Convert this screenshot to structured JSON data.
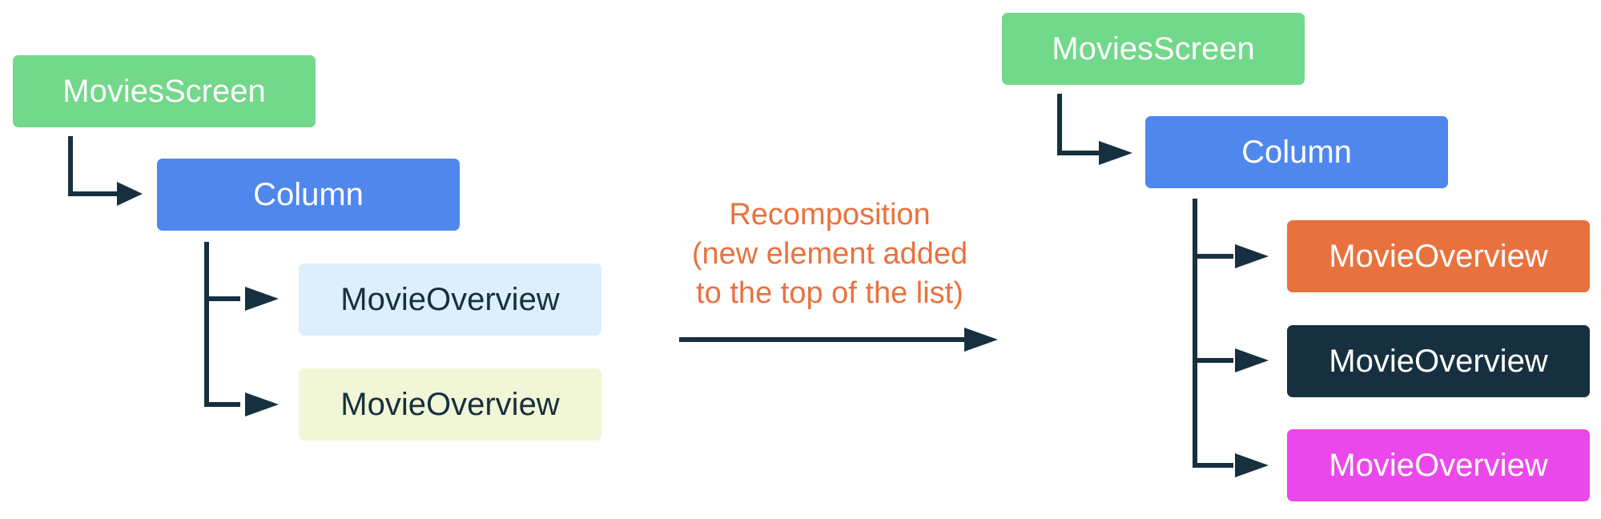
{
  "colors": {
    "line": "#17303f",
    "caption": "#e8723e"
  },
  "before": {
    "root": {
      "label": "MoviesScreen",
      "bg": "#72d88a",
      "fg": "#ffffff"
    },
    "column": {
      "label": "Column",
      "bg": "#5087ed",
      "fg": "#ffffff"
    },
    "children": [
      {
        "label": "MovieOverview",
        "bg": "#ddeefc",
        "fg": "#17303f"
      },
      {
        "label": "MovieOverview",
        "bg": "#f1f7d6",
        "fg": "#17303f"
      }
    ]
  },
  "transition": {
    "line1": "Recomposition",
    "line2": "(new element added",
    "line3": "to the top of the list)"
  },
  "after": {
    "root": {
      "label": "MoviesScreen",
      "bg": "#72d88a",
      "fg": "#ffffff"
    },
    "column": {
      "label": "Column",
      "bg": "#5087ed",
      "fg": "#ffffff"
    },
    "children": [
      {
        "label": "MovieOverview",
        "bg": "#e8723e",
        "fg": "#ffffff"
      },
      {
        "label": "MovieOverview",
        "bg": "#17303f",
        "fg": "#ffffff"
      },
      {
        "label": "MovieOverview",
        "bg": "#eb48eb",
        "fg": "#ffffff"
      }
    ]
  }
}
